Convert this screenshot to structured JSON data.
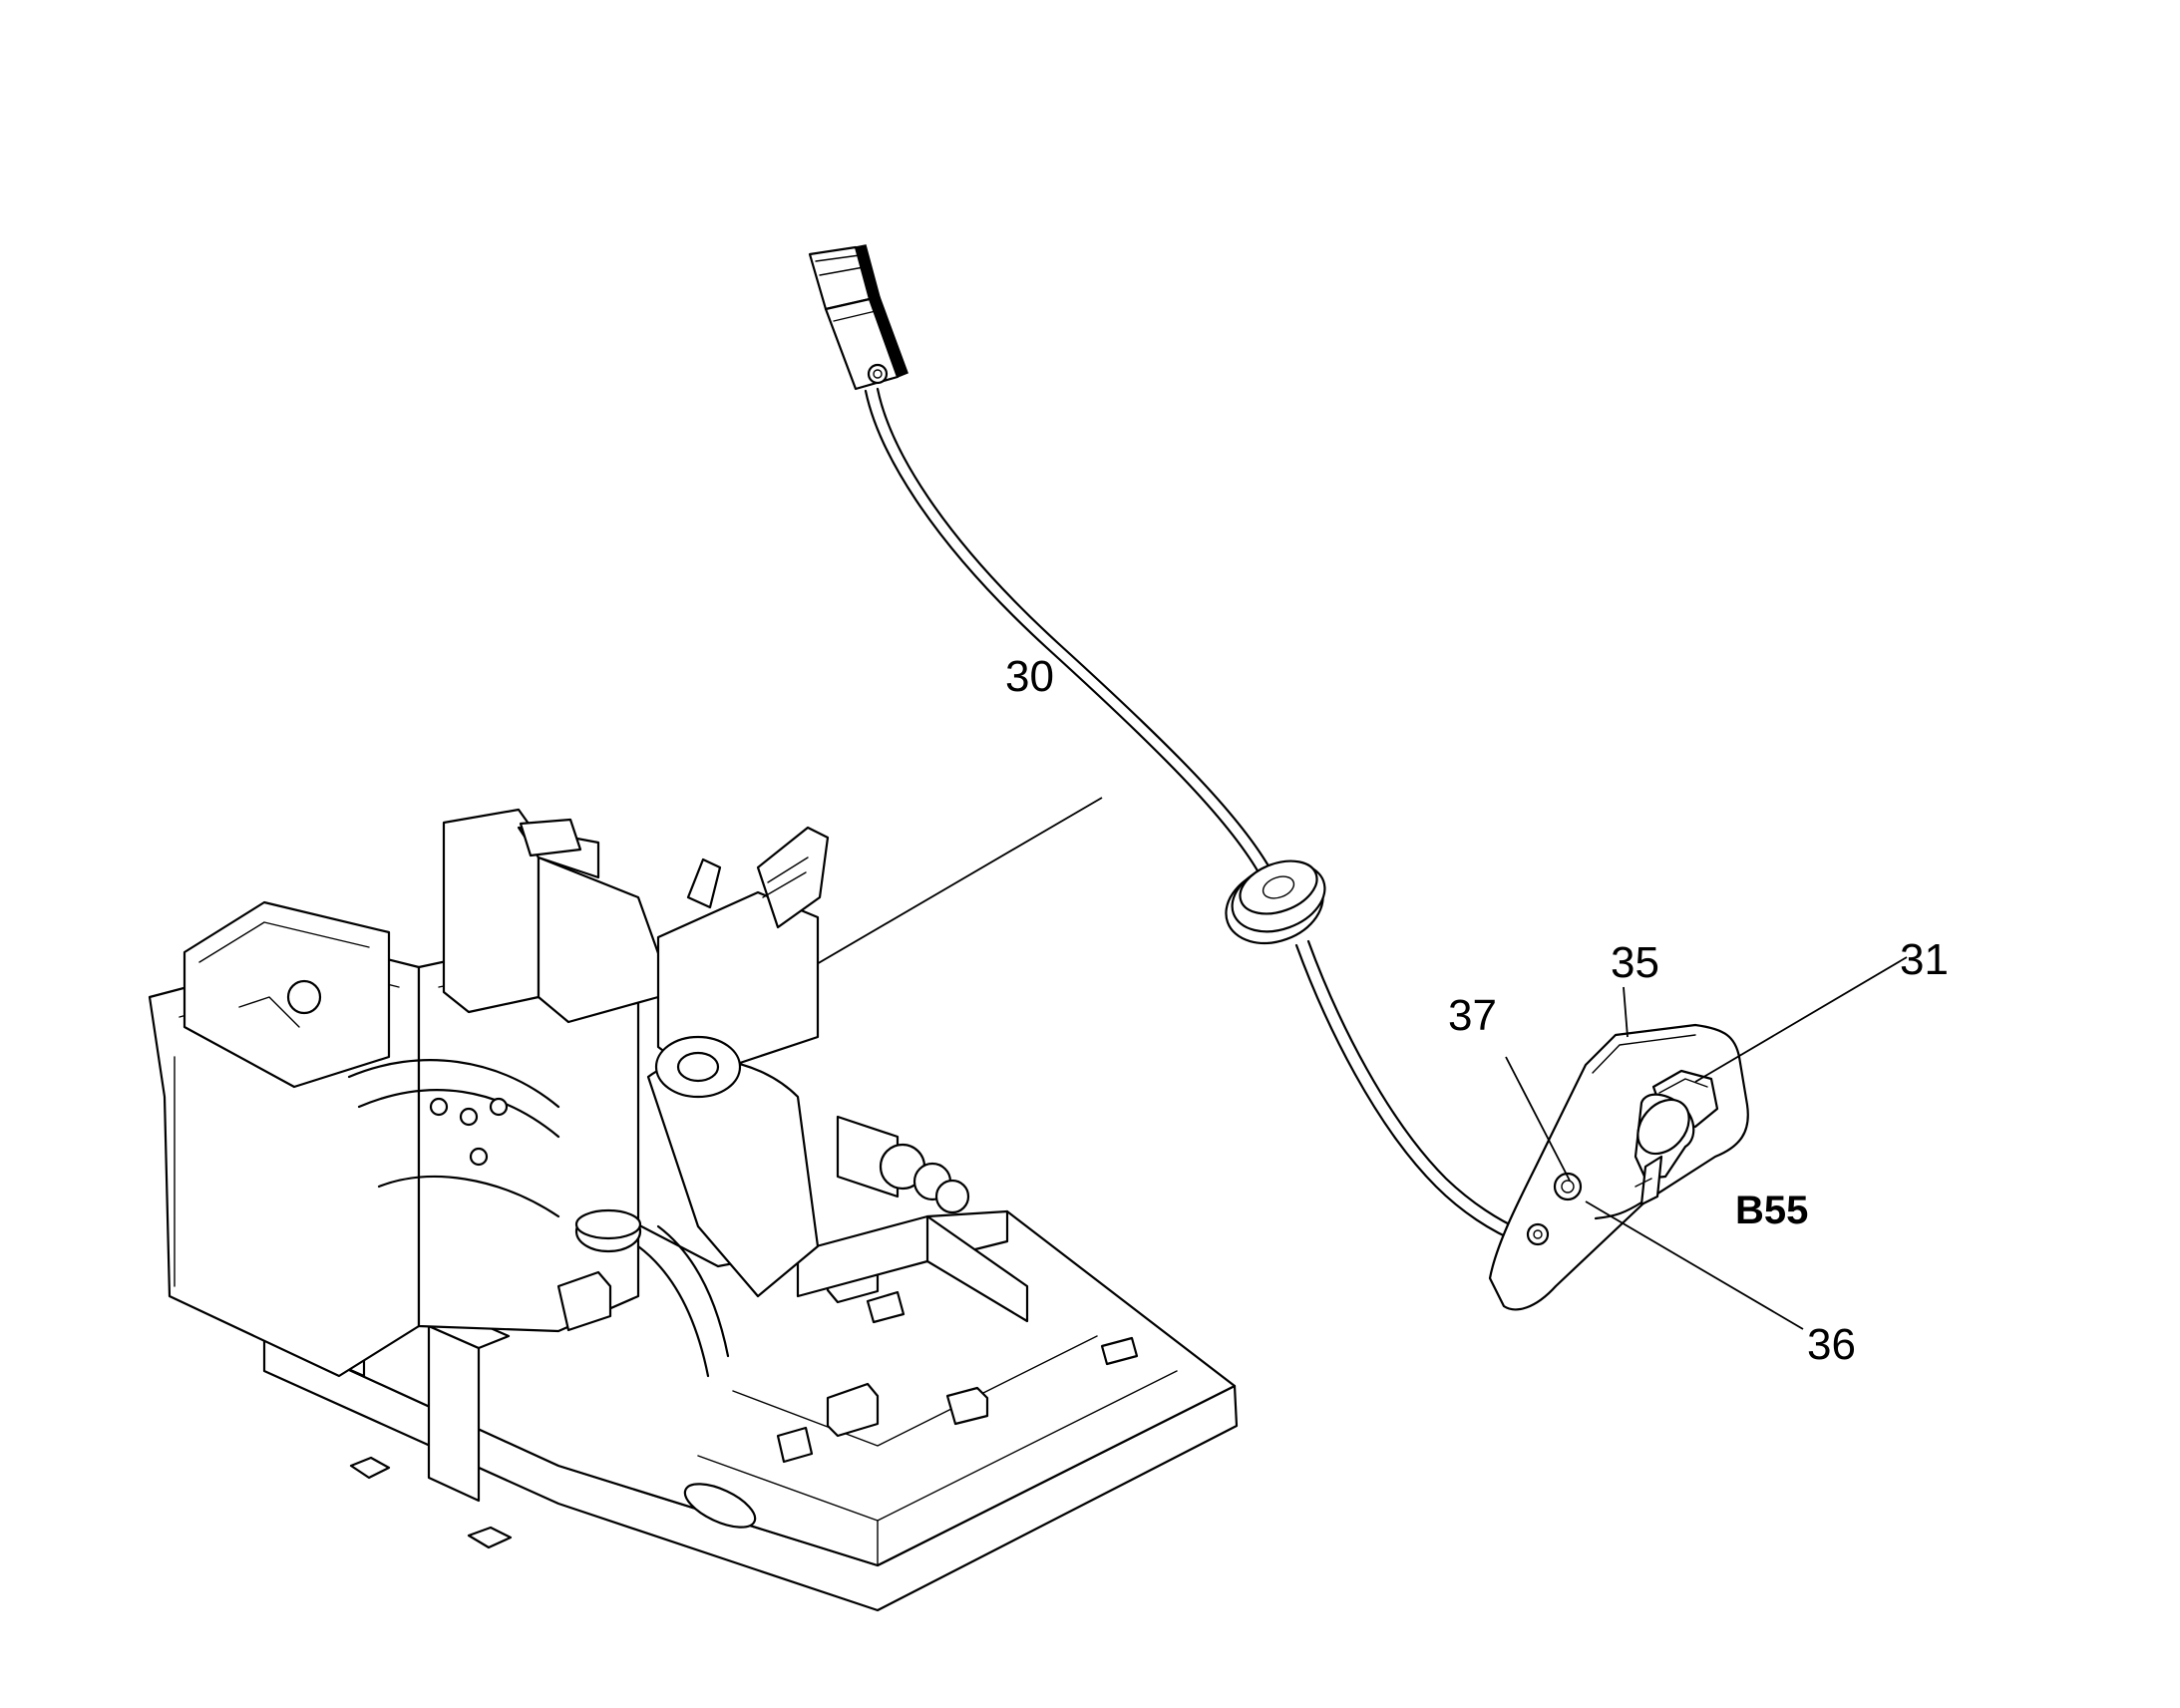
{
  "callouts": {
    "c30": "30",
    "c31": "31",
    "c35": "35",
    "c36": "36",
    "c37": "37"
  },
  "component_label": "B55",
  "parts": {
    "connector": "electrical-connector",
    "cable": "sensor-cable",
    "grommet": "rubber-grommet",
    "bracket": "mounting-bracket",
    "sensor": "sensor-b55",
    "machine": "machine-frame-assembly"
  }
}
